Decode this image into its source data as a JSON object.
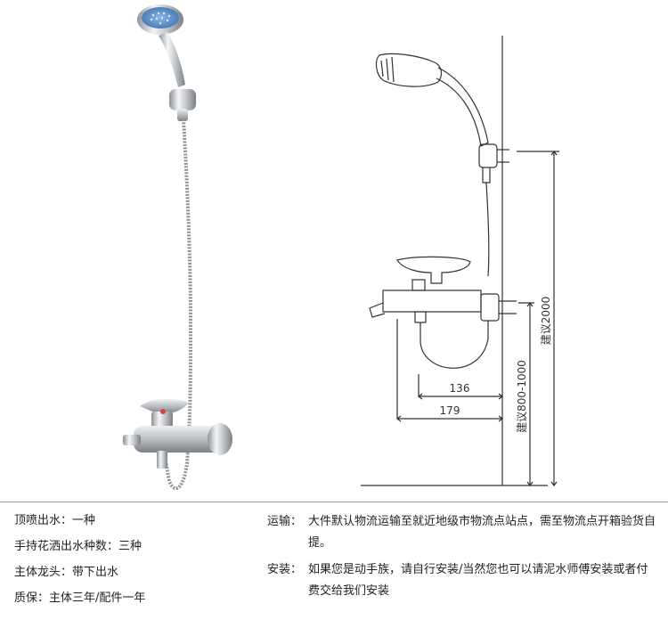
{
  "drawing": {
    "dim_136": "136",
    "dim_179": "179",
    "dim_2000": "建议2000",
    "dim_800_1000": "建议800-1000"
  },
  "specs": {
    "left": [
      "顶喷出水：一种",
      "手持花洒出水种数：三种",
      "主体龙头：带下出水",
      "质保：主体三年/配件一年"
    ],
    "right": [
      {
        "label": "运输：",
        "text": "大件默认物流运输至就近地级市物流点站点，需至物流点开箱验货自提。"
      },
      {
        "label": "安装：",
        "text": "如果您是动手族，请自行安装/当然您也可以请泥水师傅安装或者付费交给我们安装"
      }
    ]
  },
  "colors": {
    "chrome": "#c9ccd0",
    "spray_face": "#5b8fc9",
    "line": "#333333"
  }
}
